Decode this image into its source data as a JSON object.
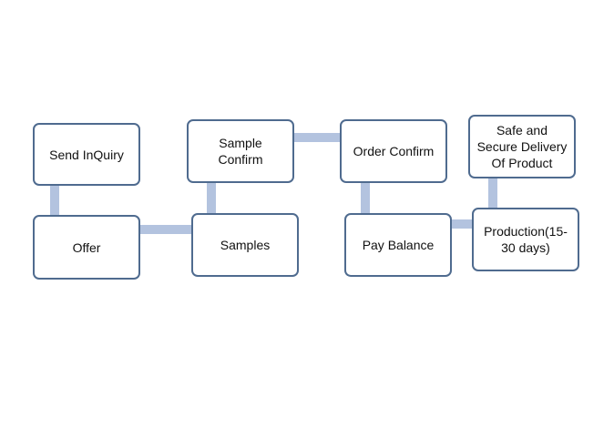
{
  "flowchart": {
    "colors": {
      "box_border": "#4f6b8f",
      "connector": "#b3c3df",
      "text": "#111111"
    },
    "steps": {
      "send_inquiry": "Send InQuiry",
      "offer": "Offer",
      "samples": "Samples",
      "sample_confirm": "Sample\nConfirm",
      "order_confirm": "Order Confirm",
      "pay_balance": "Pay Balance",
      "production": "Production(15-\n30 days)",
      "delivery": "Safe and\nSecure Delivery\nOf Product"
    }
  }
}
